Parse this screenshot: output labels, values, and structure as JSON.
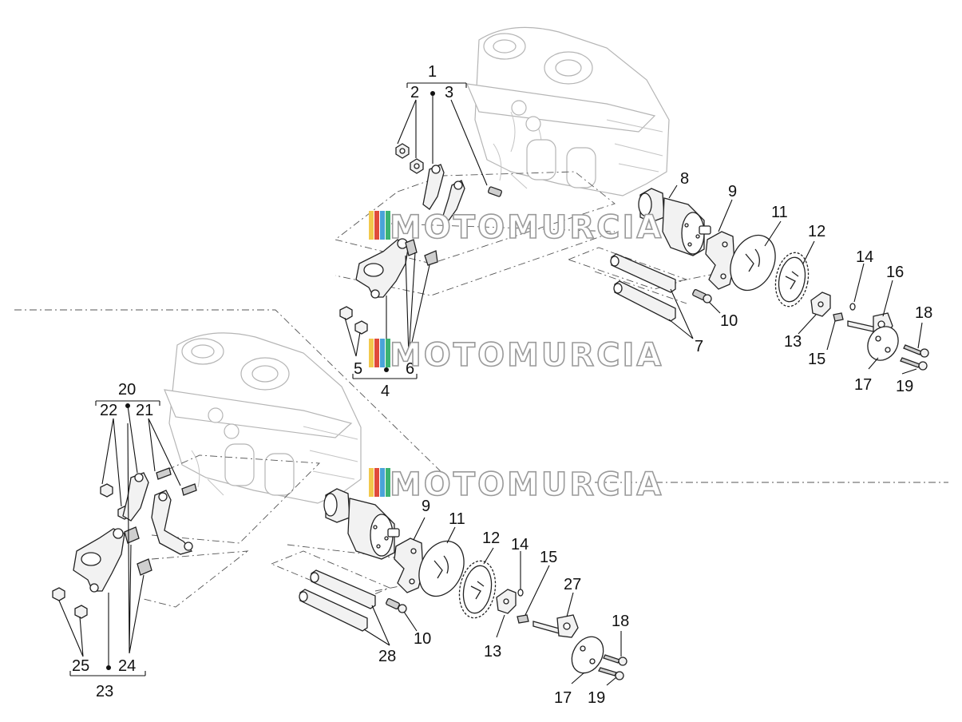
{
  "watermark": {
    "text": "MOTOMURCIA",
    "stripe_colors": [
      "#f2c94c",
      "#e04b3a",
      "#4aa3d8",
      "#3cb371"
    ]
  },
  "callouts": {
    "top": {
      "c1": "1",
      "c2": "2",
      "c3": "3",
      "c4": "4",
      "c5": "5",
      "c6": "6",
      "c7": "7",
      "c8": "8",
      "c9": "9",
      "c10": "10",
      "c11": "11",
      "c12": "12",
      "c13": "13",
      "c14": "14",
      "c15": "15",
      "c16": "16",
      "c17": "17",
      "c18": "18",
      "c19": "19"
    },
    "bottom": {
      "c9": "9",
      "c10": "10",
      "c11": "11",
      "c12": "12",
      "c13": "13",
      "c14": "14",
      "c15": "15",
      "c17": "17",
      "c18": "18",
      "c19": "19",
      "c20": "20",
      "c21": "21",
      "c22": "22",
      "c23": "23",
      "c24": "24",
      "c25": "25",
      "c27": "27",
      "c28": "28"
    }
  },
  "colors": {
    "line": "#222222",
    "ghost": "#b5b5b5",
    "background": "#ffffff"
  }
}
